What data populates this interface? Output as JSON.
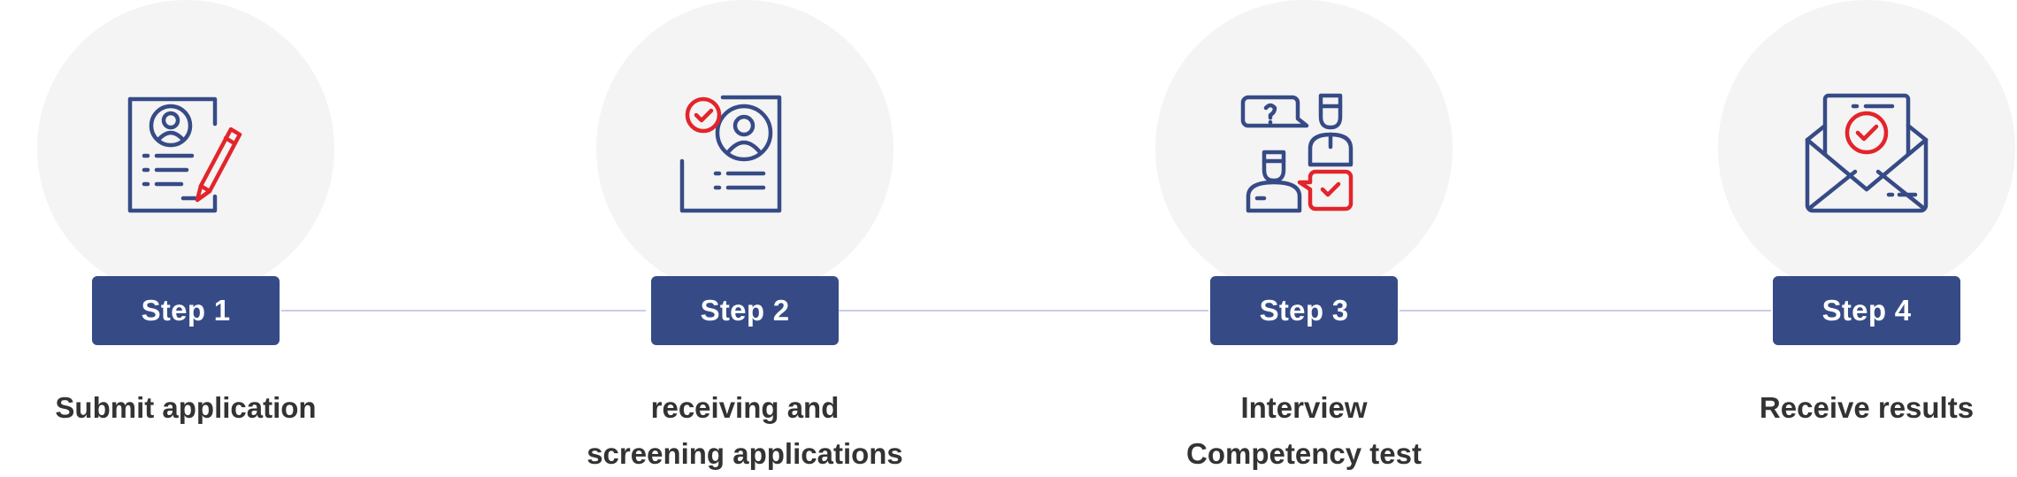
{
  "colors": {
    "badge": "#364b86",
    "icon_stroke": "#364b86",
    "icon_accent": "#e3242b",
    "circle": "#f4f4f4",
    "connector": "#c9cde6",
    "label_text": "#333333"
  },
  "steps": [
    {
      "badge": "Step 1",
      "label_lines": [
        "Submit application"
      ],
      "icon": "application-form-pencil-icon"
    },
    {
      "badge": "Step 2",
      "label_lines": [
        "receiving and",
        "screening applications"
      ],
      "icon": "approved-profile-document-icon"
    },
    {
      "badge": "Step 3",
      "label_lines": [
        "Interview",
        "Competency test"
      ],
      "icon": "interview-chat-icon"
    },
    {
      "badge": "Step 4",
      "label_lines": [
        "Receive results"
      ],
      "icon": "envelope-approved-letter-icon"
    }
  ]
}
